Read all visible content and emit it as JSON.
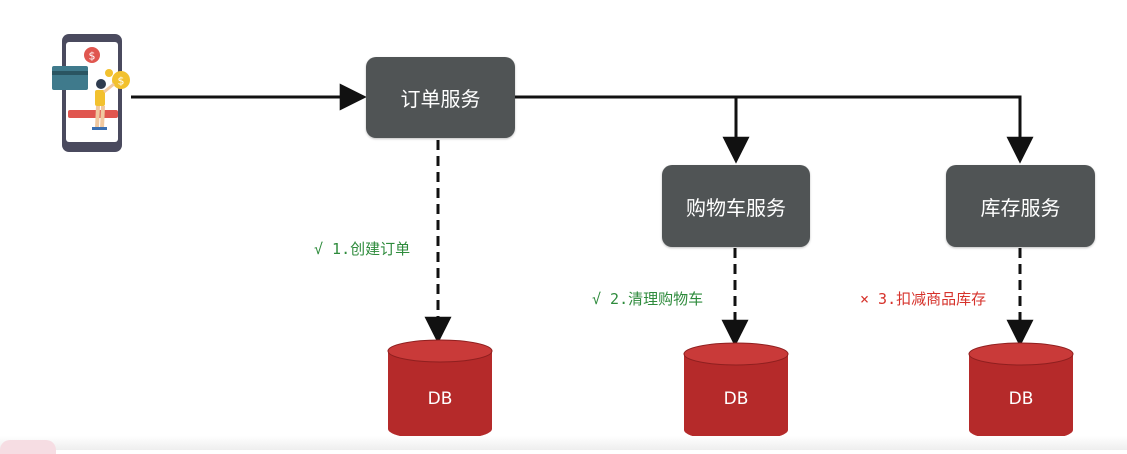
{
  "services": {
    "order": "订单服务",
    "cart": "购物车服务",
    "inventory": "库存服务"
  },
  "steps": {
    "step1": "√ 1.创建订单",
    "step2": "√ 2.清理购物车",
    "step3": "× 3.扣减商品库存"
  },
  "db_label": "DB",
  "icons": {
    "client": "mobile-payment-icon",
    "coin": "dollar-coin-icon"
  },
  "colors": {
    "service_box": "#505455",
    "db": "#b52a2a",
    "success": "#2e8b3c",
    "failure": "#d6322b",
    "arrow": "#111111"
  }
}
